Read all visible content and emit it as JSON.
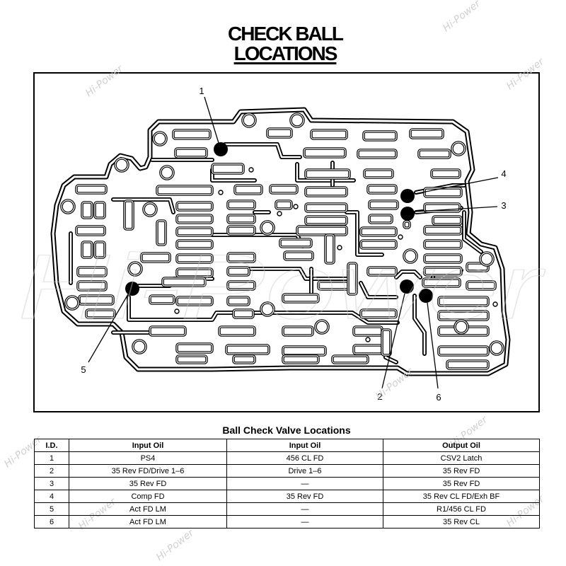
{
  "title": {
    "line1": "CHECK BALL",
    "line2": "LOCATIONS"
  },
  "diagram": {
    "callouts": [
      "1",
      "2",
      "3",
      "4",
      "5",
      "6"
    ]
  },
  "table": {
    "caption": "Ball Check Valve Locations",
    "headers": [
      "I.D.",
      "Input Oil",
      "Input Oil",
      "Output Oil"
    ],
    "rows": [
      [
        "1",
        "PS4",
        "456 CL FD",
        "CSV2 Latch"
      ],
      [
        "2",
        "35 Rev FD/Drive 1–6",
        "Drive 1–6",
        "35 Rev FD"
      ],
      [
        "3",
        "35 Rev FD",
        "—",
        "35 Rev FD"
      ],
      [
        "4",
        "Comp FD",
        "35 Rev FD",
        "35 Rev CL FD/Exh BF"
      ],
      [
        "5",
        "Act FD LM",
        "—",
        "R1/456 CL FD"
      ],
      [
        "6",
        "Act FD LM",
        "—",
        "35 Rev CL"
      ]
    ]
  },
  "watermark": "Hi-Power",
  "colors": {
    "ink": "#000000",
    "paper": "#ffffff",
    "watermark": "#c8c8c8"
  }
}
